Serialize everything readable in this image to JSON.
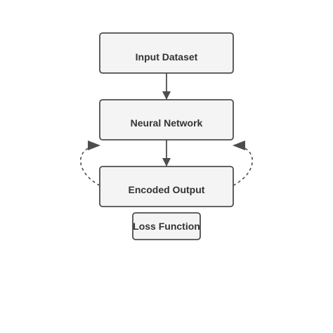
{
  "diagram": {
    "nodes": {
      "input": {
        "label": "Input Dataset"
      },
      "network": {
        "label": "Neural Network"
      },
      "output": {
        "label": "Encoded Output"
      },
      "loss": {
        "label": "Loss Function"
      }
    },
    "edges": [
      {
        "from": "Input Dataset",
        "to": "Neural Network",
        "style": "solid"
      },
      {
        "from": "Neural Network",
        "to": "Encoded Output",
        "style": "solid"
      },
      {
        "from": "Encoded Output",
        "to": "Neural Network",
        "style": "dashed",
        "side": "left"
      },
      {
        "from": "Encoded Output",
        "to": "Neural Network",
        "style": "dashed",
        "side": "right"
      }
    ],
    "colors": {
      "node_fill": "#f4f4f4",
      "node_stroke": "#4d4d4d",
      "edge": "#4d4d4d",
      "text": "#333333",
      "background": "#ffffff"
    }
  }
}
